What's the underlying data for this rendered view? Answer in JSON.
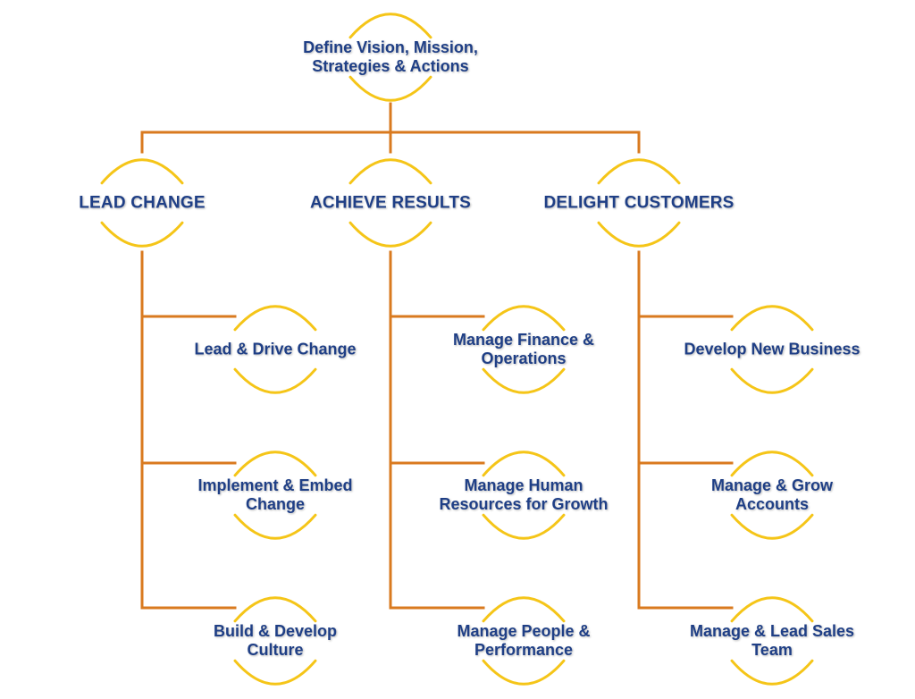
{
  "colors": {
    "connector": "#d97a1f",
    "arc": "#f5c518",
    "text": "#1f3f86"
  },
  "root": {
    "lines": [
      "Define Vision, Mission,",
      "Strategies & Actions"
    ]
  },
  "branches": [
    {
      "title": "LEAD CHANGE",
      "children": [
        {
          "lines": [
            "Lead & Drive Change"
          ]
        },
        {
          "lines": [
            "Implement & Embed",
            "Change"
          ]
        },
        {
          "lines": [
            "Build & Develop",
            "Culture"
          ]
        }
      ]
    },
    {
      "title": "ACHIEVE RESULTS",
      "children": [
        {
          "lines": [
            "Manage Finance &",
            "Operations"
          ]
        },
        {
          "lines": [
            "Manage Human",
            "Resources for Growth"
          ]
        },
        {
          "lines": [
            "Manage People &",
            "Performance"
          ]
        }
      ]
    },
    {
      "title": "DELIGHT CUSTOMERS",
      "children": [
        {
          "lines": [
            "Develop New Business"
          ]
        },
        {
          "lines": [
            "Manage & Grow",
            "Accounts"
          ]
        },
        {
          "lines": [
            "Manage & Lead Sales",
            "Team"
          ]
        }
      ]
    }
  ]
}
